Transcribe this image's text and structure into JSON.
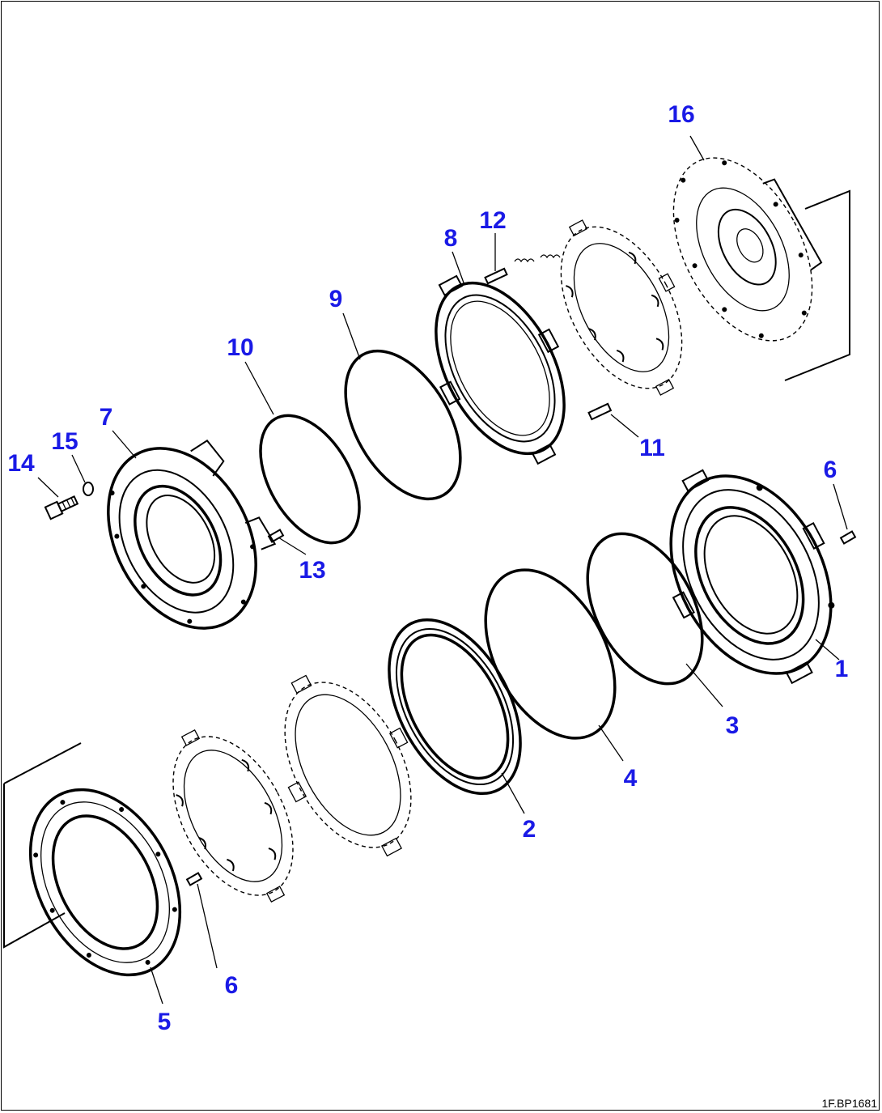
{
  "diagram": {
    "callouts": [
      {
        "id": "c1",
        "text": "1"
      },
      {
        "id": "c2",
        "text": "2"
      },
      {
        "id": "c3",
        "text": "3"
      },
      {
        "id": "c4",
        "text": "4"
      },
      {
        "id": "c5",
        "text": "5"
      },
      {
        "id": "c6a",
        "text": "6"
      },
      {
        "id": "c6b",
        "text": "6"
      },
      {
        "id": "c7",
        "text": "7"
      },
      {
        "id": "c8",
        "text": "8"
      },
      {
        "id": "c9",
        "text": "9"
      },
      {
        "id": "c10",
        "text": "10"
      },
      {
        "id": "c11",
        "text": "11"
      },
      {
        "id": "c12",
        "text": "12"
      },
      {
        "id": "c13",
        "text": "13"
      },
      {
        "id": "c14",
        "text": "14"
      },
      {
        "id": "c15",
        "text": "15"
      },
      {
        "id": "c16",
        "text": "16"
      }
    ],
    "reference_code": "1F.BP1681",
    "label_color": "#1a1ae6"
  }
}
